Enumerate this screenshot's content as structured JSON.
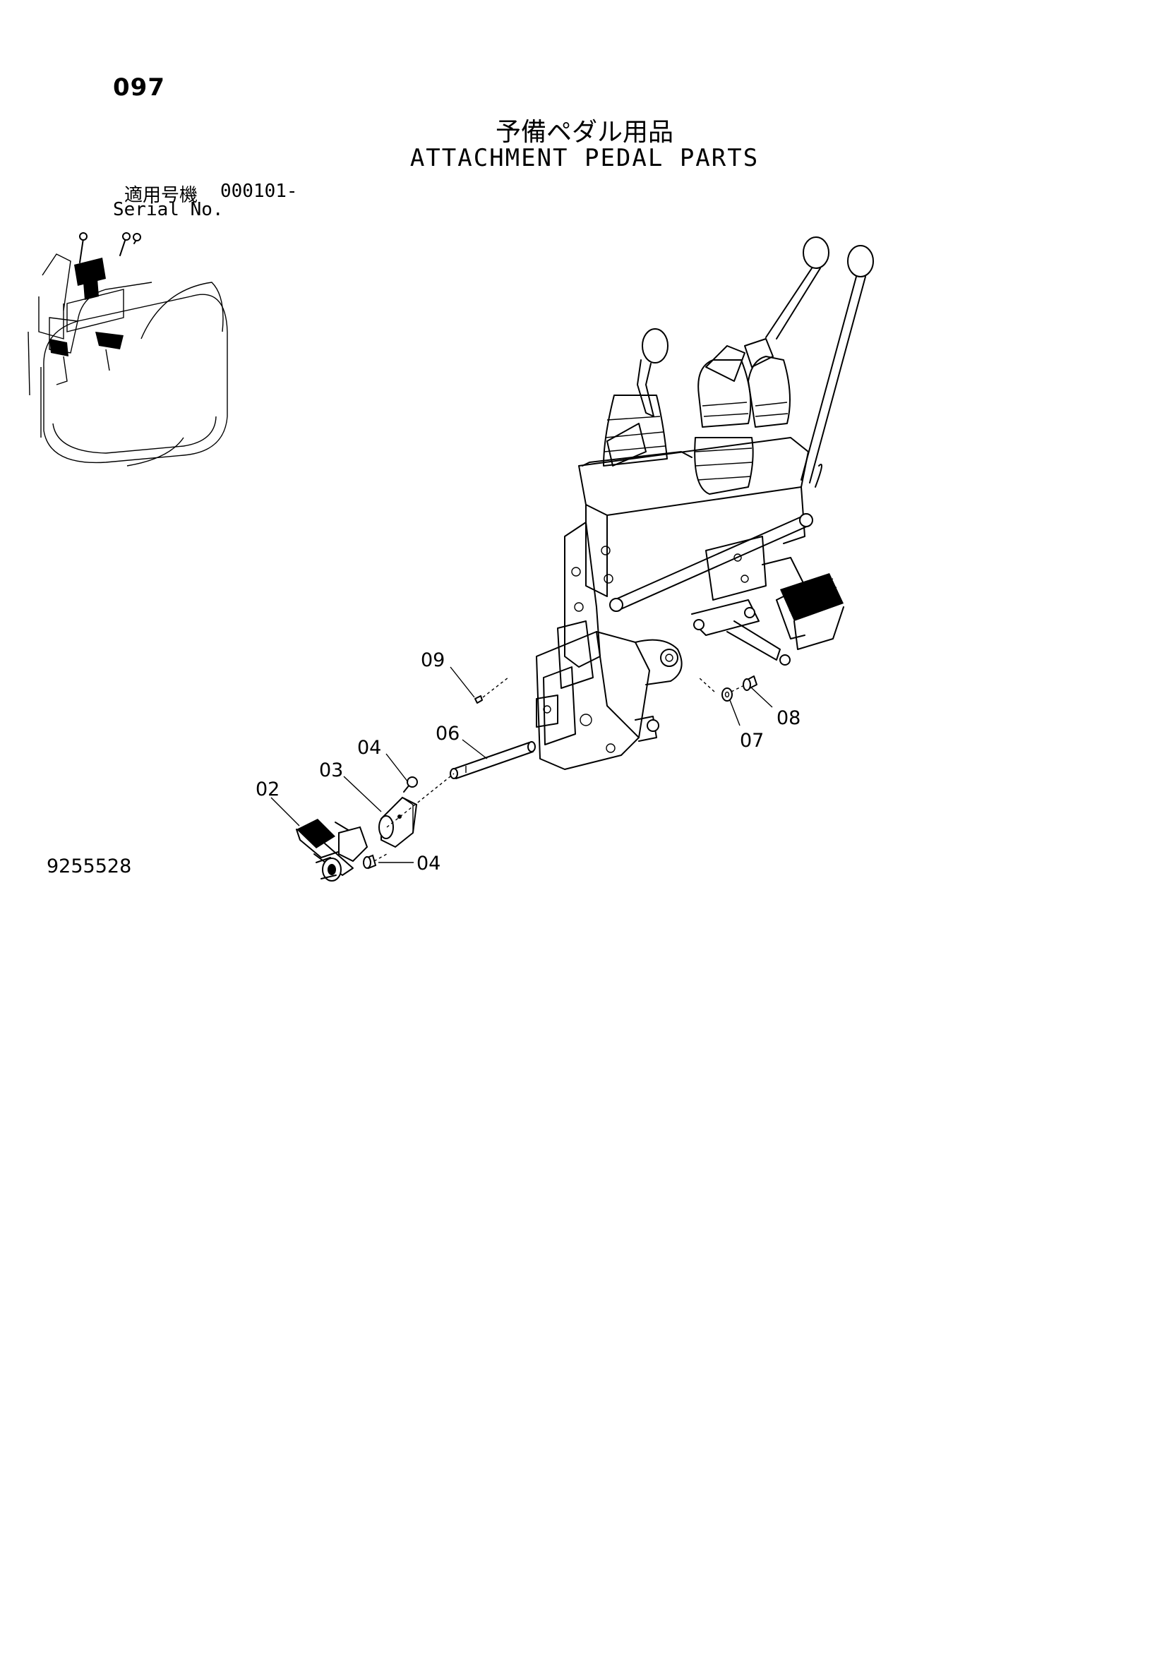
{
  "header": {
    "page_number": "097",
    "title_jp": "予備ペダル用品",
    "title_en": "ATTACHMENT PEDAL PARTS",
    "serial_label_jp": "適用号機",
    "serial_value": "000101-",
    "serial_label_en": "Serial No."
  },
  "figure": {
    "number": "9255528",
    "callouts": [
      "09",
      "06",
      "04",
      "03",
      "02",
      "04",
      "07",
      "08"
    ]
  }
}
